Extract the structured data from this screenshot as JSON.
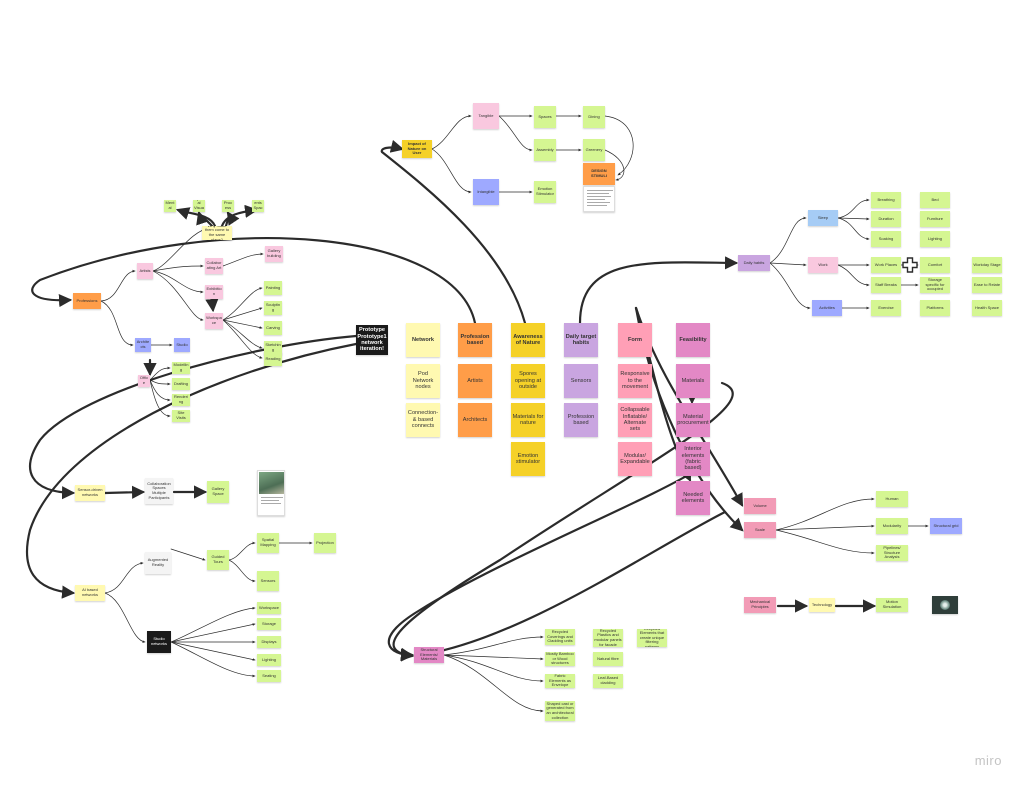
{
  "brand": "miro",
  "colors": {
    "yellow": "#fff9b1",
    "green": "#d5f692",
    "orange": "#ff9d48",
    "gold": "#f5d128",
    "purple": "#c9a5e0",
    "pink": "#ff9fb6",
    "magenta": "#e388c5",
    "rose": "#f29bb6",
    "lightpink": "#f9c8df",
    "blue": "#9ea9ff",
    "lightblue": "#a6ccf5",
    "black": "#1a1a1a",
    "white": "#f4f4f4",
    "wire": "#2b2b2b"
  },
  "notes": [
    {
      "id": "network",
      "text": "Network",
      "color": "yellow",
      "bold": true,
      "big": true
    },
    {
      "id": "profession",
      "text": "Profession based",
      "color": "orange",
      "bold": true,
      "big": true
    },
    {
      "id": "awareness",
      "text": "Awareness of Nature",
      "color": "gold",
      "bold": true,
      "big": true
    },
    {
      "id": "daily",
      "text": "Daily target habits",
      "color": "purple",
      "bold": true,
      "big": true
    },
    {
      "id": "form",
      "text": "Form",
      "color": "pink",
      "bold": true,
      "big": true
    },
    {
      "id": "feasibility",
      "text": "Feasibility",
      "color": "magenta",
      "bold": true,
      "big": true
    },
    {
      "id": "prototype",
      "text": "Prototype Prototype1 network iteration!",
      "color": "black",
      "bold": true,
      "big": true
    },
    {
      "id": "net1",
      "text": "Pod Network nodes",
      "color": "yellow",
      "big": true
    },
    {
      "id": "net2",
      "text": "Connection- & based connects",
      "color": "yellow",
      "big": true
    },
    {
      "id": "pro1",
      "text": "Artists",
      "color": "orange",
      "big": true
    },
    {
      "id": "pro2",
      "text": "Architects",
      "color": "orange",
      "big": true
    },
    {
      "id": "aw1",
      "text": "Spores opening at outside",
      "color": "gold",
      "big": true
    },
    {
      "id": "aw2",
      "text": "Materials for nature",
      "color": "gold",
      "big": true
    },
    {
      "id": "aw3",
      "text": "Emotion stimulator",
      "color": "gold",
      "big": true
    },
    {
      "id": "day1",
      "text": "Sensors",
      "color": "purple",
      "big": true
    },
    {
      "id": "day2",
      "text": "Profession based",
      "color": "purple",
      "big": true
    },
    {
      "id": "form1",
      "text": "Responsive to the movement",
      "color": "pink",
      "big": true
    },
    {
      "id": "form2",
      "text": "Collapsable Inflatable/ Alternate sets",
      "color": "pink",
      "big": true
    },
    {
      "id": "form3",
      "text": "Modular/ Expandable",
      "color": "pink",
      "big": true
    },
    {
      "id": "fea1",
      "text": "Materials",
      "color": "magenta",
      "big": true
    },
    {
      "id": "fea2",
      "text": "Material procurement",
      "color": "magenta",
      "big": true
    },
    {
      "id": "fea3",
      "text": "Interior elements (fabric based)",
      "color": "magenta",
      "big": true
    },
    {
      "id": "fea4",
      "text": "Needed elements",
      "color": "magenta",
      "big": true
    },
    {
      "id": "impact",
      "text": "Impact of Nature on User",
      "color": "gold",
      "bold": true
    },
    {
      "id": "tangible",
      "text": "Tangible",
      "color": "lightpink"
    },
    {
      "id": "intangible",
      "text": "Intangible",
      "color": "blue"
    },
    {
      "id": "t_a1",
      "text": "Spaces",
      "color": "green"
    },
    {
      "id": "t_a2",
      "text": "Dining",
      "color": "green"
    },
    {
      "id": "t_b1",
      "text": "Assembly",
      "color": "green"
    },
    {
      "id": "t_b2",
      "text": "Greenery",
      "color": "green"
    },
    {
      "id": "i_a1",
      "text": "Emotion Stimulator",
      "color": "green"
    },
    {
      "id": "design",
      "text": "DESIGN STIMULI",
      "color": "orange",
      "bold": true
    },
    {
      "id": "dailyhab",
      "text": "Daily habits",
      "color": "purple"
    },
    {
      "id": "h_sleep",
      "text": "Sleep",
      "color": "lightblue"
    },
    {
      "id": "h_work",
      "text": "Work",
      "color": "lightpink"
    },
    {
      "id": "h_activities",
      "text": "Activities",
      "color": "blue"
    },
    {
      "id": "s1",
      "text": "Breathing",
      "color": "green"
    },
    {
      "id": "s2",
      "text": "Duration",
      "color": "green"
    },
    {
      "id": "s3",
      "text": "Soaking",
      "color": "green"
    },
    {
      "id": "w1",
      "text": "Work Places",
      "color": "green"
    },
    {
      "id": "w2",
      "text": "Staff Breaks",
      "color": "green"
    },
    {
      "id": "a1",
      "text": "Exercise",
      "color": "green"
    },
    {
      "id": "c1",
      "text": "Bed",
      "color": "green"
    },
    {
      "id": "c2",
      "text": "Furniture",
      "color": "green"
    },
    {
      "id": "c3",
      "text": "Lighting",
      "color": "green"
    },
    {
      "id": "c4",
      "text": "Comfort",
      "color": "green"
    },
    {
      "id": "c5",
      "text": "Storage specific for occupied",
      "color": "green"
    },
    {
      "id": "c6",
      "text": "Platforms",
      "color": "green"
    },
    {
      "id": "d1",
      "text": "Workday Stage",
      "color": "green"
    },
    {
      "id": "d2",
      "text": "Ease to Relate",
      "color": "green"
    },
    {
      "id": "d3",
      "text": "Health Space",
      "color": "green"
    },
    {
      "id": "professions",
      "text": "Professions",
      "color": "orange"
    },
    {
      "id": "why",
      "text": "Why make them come to the same place?",
      "color": "yellow"
    },
    {
      "id": "q1",
      "text": "Mental",
      "color": "green"
    },
    {
      "id": "q2",
      "text": "Spatial Visual",
      "color": "green"
    },
    {
      "id": "q3",
      "text": "Process",
      "color": "green"
    },
    {
      "id": "q4",
      "text": "Elements Space",
      "color": "green"
    },
    {
      "id": "artists",
      "text": "Artists",
      "color": "lightpink"
    },
    {
      "id": "ar1",
      "text": "Collaborating Art",
      "color": "lightpink"
    },
    {
      "id": "ar2",
      "text": "Exhibition",
      "color": "lightpink"
    },
    {
      "id": "ar3",
      "text": "Workspace",
      "color": "lightpink"
    },
    {
      "id": "ar4",
      "text": "Gallery building",
      "color": "lightpink"
    },
    {
      "id": "g1",
      "text": "Painting",
      "color": "green"
    },
    {
      "id": "g2",
      "text": "Sculpting",
      "color": "green"
    },
    {
      "id": "g3",
      "text": "Carving",
      "color": "green"
    },
    {
      "id": "g4",
      "text": "Sketching",
      "color": "green"
    },
    {
      "id": "g5",
      "text": "Reading",
      "color": "green"
    },
    {
      "id": "architects",
      "text": "Architects",
      "color": "blue"
    },
    {
      "id": "arch1",
      "text": "Studio",
      "color": "blue"
    },
    {
      "id": "arch2",
      "text": "Office",
      "color": "lightpink"
    },
    {
      "id": "ag1",
      "text": "Modelling",
      "color": "green"
    },
    {
      "id": "ag2",
      "text": "Drafting",
      "color": "green"
    },
    {
      "id": "ag3",
      "text": "Rendering",
      "color": "green"
    },
    {
      "id": "ag4",
      "text": "Site Visits",
      "color": "green"
    },
    {
      "id": "sensor",
      "text": "Sensor-driven networks",
      "color": "yellow"
    },
    {
      "id": "collab",
      "text": "Collaboration Spaces Multiple Participants",
      "color": "white"
    },
    {
      "id": "gallery",
      "text": "Gallery Space",
      "color": "green"
    },
    {
      "id": "ai",
      "text": "AI based networks",
      "color": "yellow"
    },
    {
      "id": "aug",
      "text": "Augmented Reality",
      "color": "white"
    },
    {
      "id": "guided",
      "text": "Guided Tours",
      "color": "green"
    },
    {
      "id": "ag_a",
      "text": "Spatial Mapping",
      "color": "green"
    },
    {
      "id": "ag_b",
      "text": "Sensors",
      "color": "green"
    },
    {
      "id": "ag_c",
      "text": "Projection",
      "color": "green"
    },
    {
      "id": "studio",
      "text": "Studio networks",
      "color": "black"
    },
    {
      "id": "st1",
      "text": "Workspace",
      "color": "green"
    },
    {
      "id": "st2",
      "text": "Storage",
      "color": "green"
    },
    {
      "id": "st3",
      "text": "Displays",
      "color": "green"
    },
    {
      "id": "st4",
      "text": "Lighting",
      "color": "green"
    },
    {
      "id": "st5",
      "text": "Seating",
      "color": "green"
    },
    {
      "id": "volume",
      "text": "Volume",
      "color": "rose"
    },
    {
      "id": "scale",
      "text": "Scale",
      "color": "rose"
    },
    {
      "id": "sc1",
      "text": "Human",
      "color": "green"
    },
    {
      "id": "sc2",
      "text": "Modularity",
      "color": "green"
    },
    {
      "id": "sc3",
      "text": "Pipelines/ Structure Analysis",
      "color": "green"
    },
    {
      "id": "sc_b",
      "text": "Structural grid",
      "color": "blue"
    },
    {
      "id": "mech",
      "text": "Mechanical Principles",
      "color": "rose"
    },
    {
      "id": "tech",
      "text": "Technology",
      "color": "yellow"
    },
    {
      "id": "motion",
      "text": "Motion Simulation",
      "color": "green"
    },
    {
      "id": "struct",
      "text": "Structural Elements/ Materials",
      "color": "magenta"
    },
    {
      "id": "m1",
      "text": "Recycled Coverings and Cladding units",
      "color": "green"
    },
    {
      "id": "m2",
      "text": "Mostly Bamboo or Wood structures",
      "color": "green"
    },
    {
      "id": "m3",
      "text": "Fabric Elements as Envelope",
      "color": "green"
    },
    {
      "id": "m4",
      "text": "Shaped cast or generated from an architectural collection",
      "color": "green"
    },
    {
      "id": "m5",
      "text": "Recycled Plastics and modular panels for facade",
      "color": "green"
    },
    {
      "id": "m6",
      "text": "Natural fibre",
      "color": "green"
    },
    {
      "id": "m7",
      "text": "Leaf-Based cladding",
      "color": "green"
    },
    {
      "id": "m8",
      "text": "Recycled Elements that create unique filtering patterns",
      "color": "green"
    }
  ]
}
